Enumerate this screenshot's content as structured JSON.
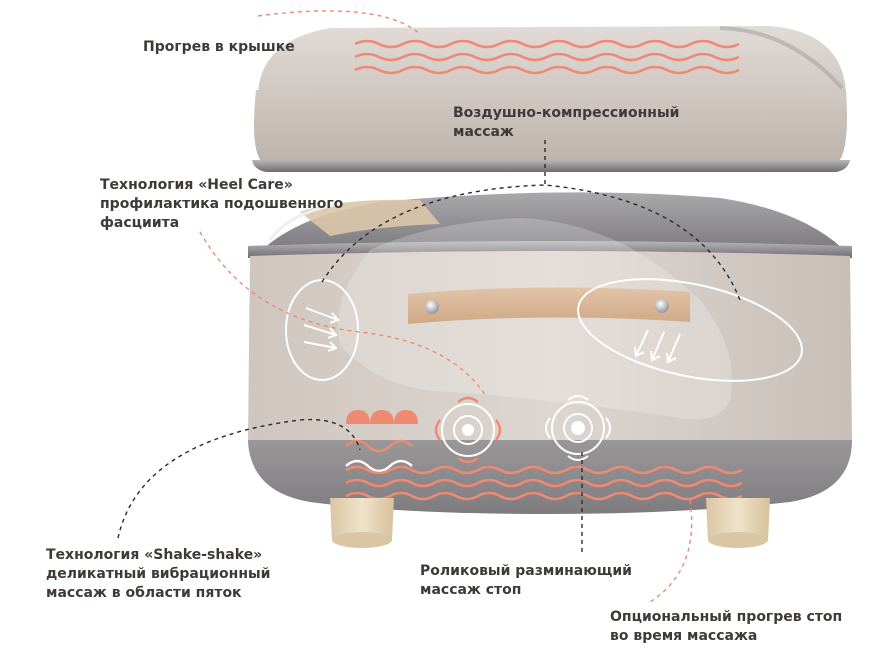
{
  "callouts": {
    "lid_heating": {
      "lines": [
        "Прогрев в крышке"
      ]
    },
    "air_compression": {
      "lines": [
        "Воздушно-компрессионный",
        "массаж"
      ]
    },
    "heel_care": {
      "lines": [
        "Технология «Heel Care»",
        "профилактика подошвенного",
        "фасциита"
      ]
    },
    "shake_shake": {
      "lines": [
        "Технология «Shake-shake»",
        "деликатный вибрационный",
        "массаж в области пяток"
      ]
    },
    "roller": {
      "lines": [
        "Роликовый разминающий",
        "массаж стоп"
      ]
    },
    "foot_heating": {
      "lines": [
        "Опциональный прогрев стоп",
        "во время массажа"
      ]
    }
  },
  "colors": {
    "label_text": "#3f3a38",
    "heat_wave": "#ef8a72",
    "leader_red": "#ef8a72",
    "leader_black": "#2c2a2a",
    "fabric": "#d6cdc6",
    "base": "#8f8c8e",
    "strap": "#d8b597",
    "wood": "#e3d2b2"
  }
}
